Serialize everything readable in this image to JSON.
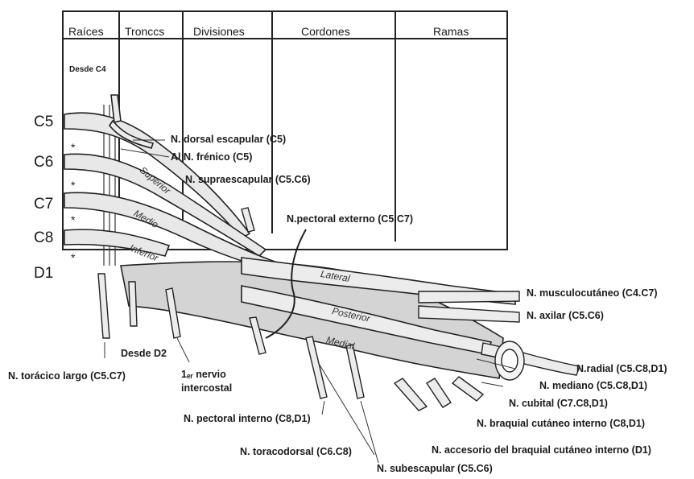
{
  "headers": {
    "raices": "Raíces",
    "troncos": "Tronccs",
    "divisiones": "Divisiones",
    "cordones": "Cordones",
    "ramas": "Ramas"
  },
  "roots": {
    "desde_c4": "Desde C4",
    "c5": "C5",
    "c6": "C6",
    "c7": "C7",
    "c8": "C8",
    "d1": "D1"
  },
  "trunks": {
    "superior": "Superior",
    "medio": "Medio",
    "inferior": "Inferior"
  },
  "cords": {
    "lateral": "Lateral",
    "posterior": "Posterior",
    "medial": "Medial"
  },
  "nerves": {
    "dorsal_escapular": "N. dorsal escapular (C5)",
    "frenico": "Al N. frénico (C5)",
    "supraescapular": "N. supraescapular (C5.C6)",
    "pectoral_externo": "N.pectoral externo (C5.C7)",
    "musculocutaneo": "N. musculocutáneo (C4.C7)",
    "axilar": "N. axilar (C5.C6)",
    "radial": "N.radial (C5.C8,D1)",
    "mediano": "N. mediano (C5.C8,D1)",
    "cubital": "N. cubital (C7.C8,D1)",
    "braquial_cutaneo_interno": "N. braquial cutáneo interno (C8,D1)",
    "accesorio_braquial": "N. accesorio del braquial cutáneo interno (D1)",
    "subescapular": "N. subescapular (C5.C6)",
    "toracodorsal": "N. toracodorsal (C6.C8)",
    "pectoral_interno": "N. pectoral interno (C8,D1)",
    "toracico_largo": "N. torácico largo (C5.C7)",
    "desde_d2": "Desde D2",
    "intercostal_1": "1ₑᵣ nervio",
    "intercostal_2": "intercostal"
  }
}
